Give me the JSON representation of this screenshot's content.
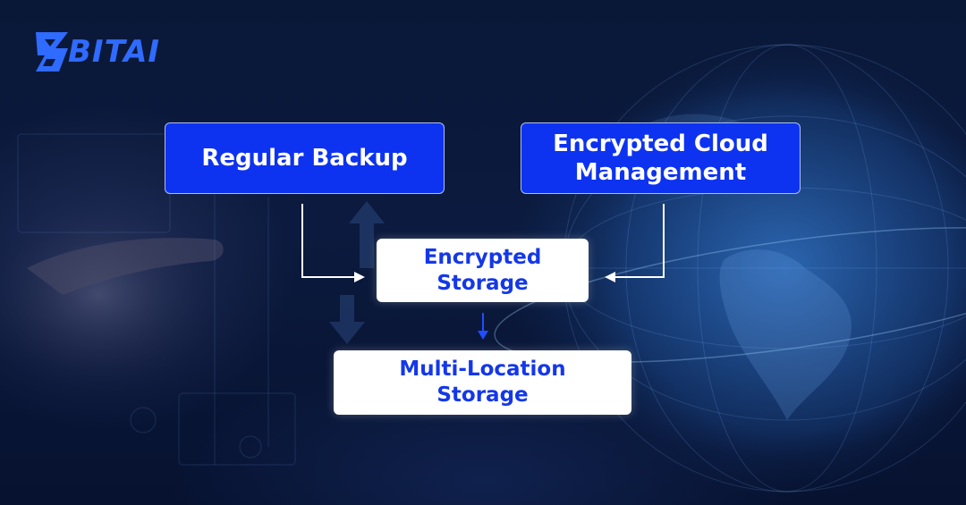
{
  "brand": {
    "name": "BITAI",
    "color": "#2f6bff"
  },
  "nodes": {
    "regular_backup": "Regular Backup",
    "encrypted_cloud_line1": "Encrypted Cloud",
    "encrypted_cloud_line2": "Management",
    "encrypted_storage_line1": "Encrypted",
    "encrypted_storage_line2": "Storage",
    "multi_location_line1": "Multi-Location",
    "multi_location_line2": "Storage"
  },
  "colors": {
    "box_blue": "#0d33f0",
    "box_white": "#ffffff",
    "text_blue": "#1438e8",
    "arrow_white": "#ffffff",
    "arrow_blue": "#1f4dff"
  },
  "edges": [
    {
      "from": "Regular Backup",
      "to": "Encrypted Storage"
    },
    {
      "from": "Encrypted Cloud Management",
      "to": "Encrypted Storage"
    },
    {
      "from": "Encrypted Storage",
      "to": "Multi-Location Storage"
    }
  ]
}
